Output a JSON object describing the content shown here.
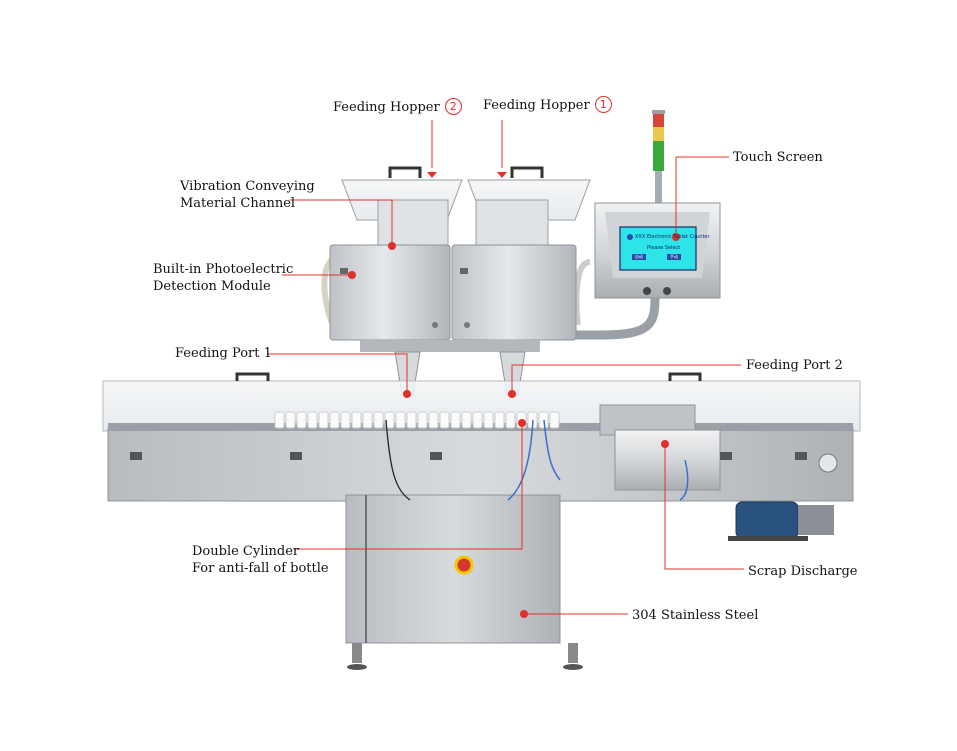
{
  "diagram": {
    "labels": {
      "feeding_hopper_2": "Feeding Hopper",
      "feeding_hopper_2_num": "2",
      "feeding_hopper_1": "Feeding Hopper",
      "feeding_hopper_1_num": "1",
      "touch_screen": "Touch Screen",
      "vibration_line1": "Vibration Conveying",
      "vibration_line2": "Material Channel",
      "photoelectric_line1": "Built-in Photoelectric",
      "photoelectric_line2": "Detection Module",
      "feeding_port_1": "Feeding Port 1",
      "feeding_port_2": "Feeding Port 2",
      "double_cylinder_line1": "Double Cylinder",
      "double_cylinder_line2": "For anti-fall of bottle",
      "scrap_discharge": "Scrap Discharge",
      "stainless_steel": "304  Stainless Steel"
    },
    "screen": {
      "title": "XXX Electronic Tablet Counter",
      "subtitle": "Please Select",
      "btn_left": "自动",
      "btn_right": "手动"
    },
    "colors": {
      "callout": "#e0302a",
      "steel_light": "#e4e6e8",
      "steel_mid": "#c2c6ca",
      "steel_dark": "#8a9095",
      "screen": "#2ee4e8",
      "motor": "#2a5280"
    }
  }
}
